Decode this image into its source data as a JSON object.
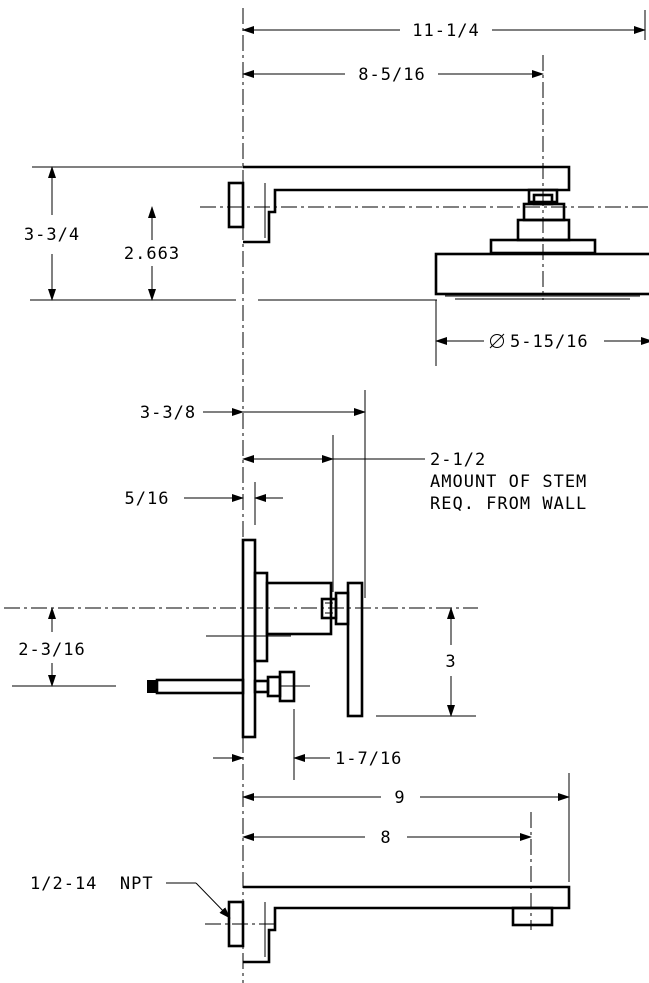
{
  "dimensions": {
    "shower_arm_length": "11-1/4",
    "showerhead_center": "8-5/16",
    "arm_height": "3-3/4",
    "arm_outlet_height": "2.663",
    "showerhead_diameter": "5-15/16",
    "handle_projection": "3-3/8",
    "stem_length": "2-1/2",
    "stem_note_line1": "AMOUNT OF STEM",
    "stem_note_line2": "REQ. FROM WALL",
    "plate_offset": "5/16",
    "handle_center": "2-3/16",
    "handle_height": "3",
    "valve_offset": "1-7/16",
    "spout_length": "9",
    "spout_outlet": "8",
    "pipe_thread": "1/2-14  NPT"
  },
  "colors": {
    "line": "#000000",
    "background": "#ffffff"
  }
}
